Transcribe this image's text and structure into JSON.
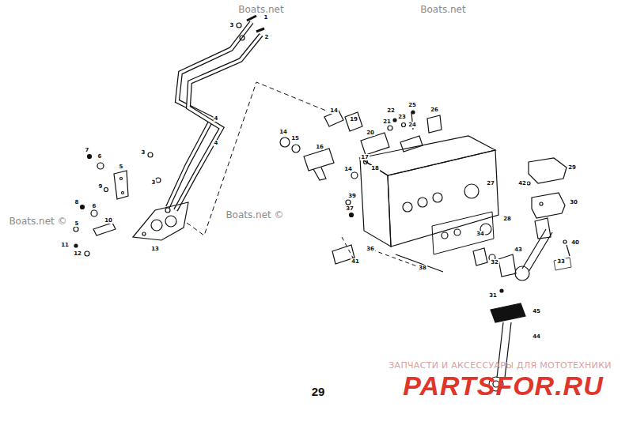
{
  "diagram": {
    "labels": [
      "1",
      "2",
      "3",
      "4",
      "4",
      "7",
      "6",
      "5",
      "3",
      "3",
      "9",
      "8",
      "6",
      "10",
      "5",
      "11",
      "12",
      "13",
      "14",
      "19",
      "14",
      "15",
      "16",
      "17",
      "18",
      "14",
      "20",
      "21",
      "22",
      "23",
      "24",
      "25",
      "26",
      "27",
      "28",
      "29",
      "30",
      "31",
      "32",
      "33",
      "34",
      "36",
      "37",
      "38",
      "39",
      "40",
      "41",
      "42",
      "43",
      "44",
      "45",
      "Boats.net",
      "Boats.net",
      "Boats.net ©",
      "Boats.net ©",
      "29",
      "ЗАПЧАСТИ И АКСЕССУАРЫ ДЛЯ МОТОТЕХНИКИ",
      "PARTSFOR.RU"
    ]
  }
}
